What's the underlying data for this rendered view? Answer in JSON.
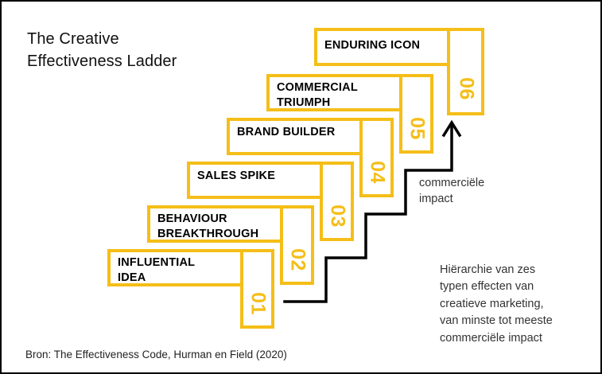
{
  "title": "The\nCreative\nEffectiveness\nLadder",
  "accent_color": "#F5BE18",
  "text_color": "#000000",
  "background_color": "#FFFFFF",
  "steps": [
    {
      "number": "01",
      "label": "INFLUENTIAL\nIDEA"
    },
    {
      "number": "02",
      "label": "BEHAVIOUR\nBREAKTHROUGH"
    },
    {
      "number": "03",
      "label": "SALES SPIKE"
    },
    {
      "number": "04",
      "label": "BRAND BUILDER"
    },
    {
      "number": "05",
      "label": "COMMERCIAL\nTRIUMPH"
    },
    {
      "number": "06",
      "label": "ENDURING ICON"
    }
  ],
  "axis_note": "commerciële\nimpact",
  "description": "Hiërarchie van zes\ntypen effecten van\ncreatieve marketing,\nvan minste tot meeste\ncommerciële impact",
  "source": "Bron: The Effectiveness Code, Hurman en Field (2020)",
  "chart_data": {
    "type": "diagram",
    "title": "The Creative Effectiveness Ladder",
    "rungs": [
      {
        "rank": 1,
        "code": "01",
        "name": "INFLUENTIAL IDEA"
      },
      {
        "rank": 2,
        "code": "02",
        "name": "BEHAVIOUR BREAKTHROUGH"
      },
      {
        "rank": 3,
        "code": "03",
        "name": "SALES SPIKE"
      },
      {
        "rank": 4,
        "code": "04",
        "name": "BRAND BUILDER"
      },
      {
        "rank": 5,
        "code": "05",
        "name": "COMMERCIAL TRIUMPH"
      },
      {
        "rank": 6,
        "code": "06",
        "name": "ENDURING ICON"
      }
    ],
    "axis": "commerciële impact",
    "axis_direction": "increasing upward",
    "legend": "Hiërarchie van zes typen effecten van creatieve marketing, van minste tot meeste commerciële impact",
    "source": "Bron: The Effectiveness Code, Hurman en Field (2020)"
  }
}
